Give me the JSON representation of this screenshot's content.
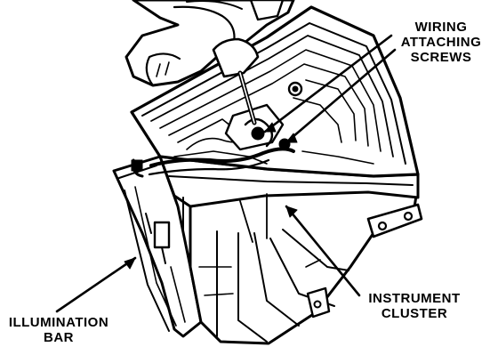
{
  "labels": {
    "wiring_screws": [
      "WIRING",
      "ATTACHING",
      "SCREWS"
    ],
    "instrument_cluster": [
      "INSTRUMENT",
      "CLUSTER"
    ],
    "illumination_bar": [
      "ILLUMINATION",
      "BAR"
    ]
  },
  "colors": {
    "ink": "#000000",
    "paper": "#ffffff"
  }
}
